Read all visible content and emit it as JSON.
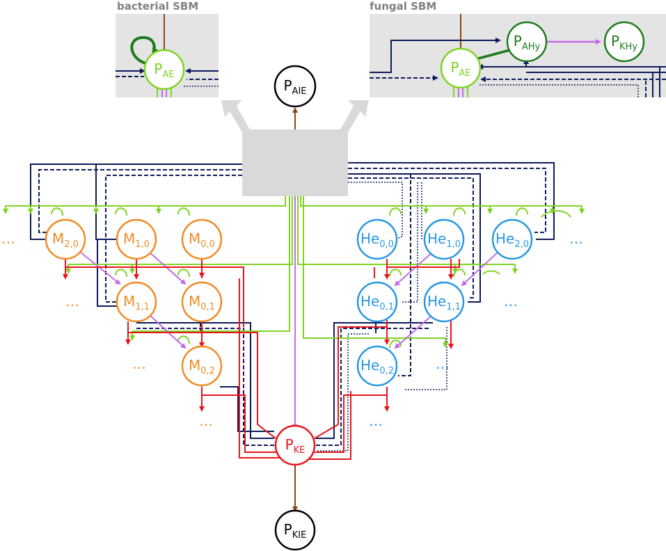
{
  "panels": {
    "bacterial": {
      "title": "bacterial SBM"
    },
    "fungal": {
      "title": "fungal SBM"
    }
  },
  "colors": {
    "bacteria": "#f08a24",
    "fungi": "#2a97e2",
    "pae": "#7ed321",
    "fungal_dark": "#1e7a1e",
    "ke": "#e8141c",
    "navy": "#0b1a5a",
    "violet": "#c46ae6",
    "brown": "#8b4513",
    "panel_bg": "#e4e4e4",
    "hub": "#d9d9d9"
  },
  "nodes": {
    "pae_bact": {
      "main": "P",
      "sub": "AE"
    },
    "pae_fung": {
      "main": "P",
      "sub": "AE"
    },
    "pahy": {
      "main": "P",
      "sub": "AHy"
    },
    "pkhy": {
      "main": "P",
      "sub": "KHy"
    },
    "paie": {
      "main": "P",
      "sub": "AIE"
    },
    "pke": {
      "main": "P",
      "sub": "KE"
    },
    "pkie": {
      "main": "P",
      "sub": "KIE"
    },
    "m20": {
      "main": "M",
      "sub": "2,0"
    },
    "m10": {
      "main": "M",
      "sub": "1,0"
    },
    "m00": {
      "main": "M",
      "sub": "0,0"
    },
    "m11": {
      "main": "M",
      "sub": "1,1"
    },
    "m01": {
      "main": "M",
      "sub": "0,1"
    },
    "m02": {
      "main": "M",
      "sub": "0,2"
    },
    "he00": {
      "main": "He",
      "sub": "0,0"
    },
    "he10": {
      "main": "He",
      "sub": "1,0"
    },
    "he20": {
      "main": "He",
      "sub": "2,0"
    },
    "he01": {
      "main": "He",
      "sub": "0,1"
    },
    "he11": {
      "main": "He",
      "sub": "1,1"
    },
    "he02": {
      "main": "He",
      "sub": "0,2"
    }
  },
  "ellipsis": "…"
}
